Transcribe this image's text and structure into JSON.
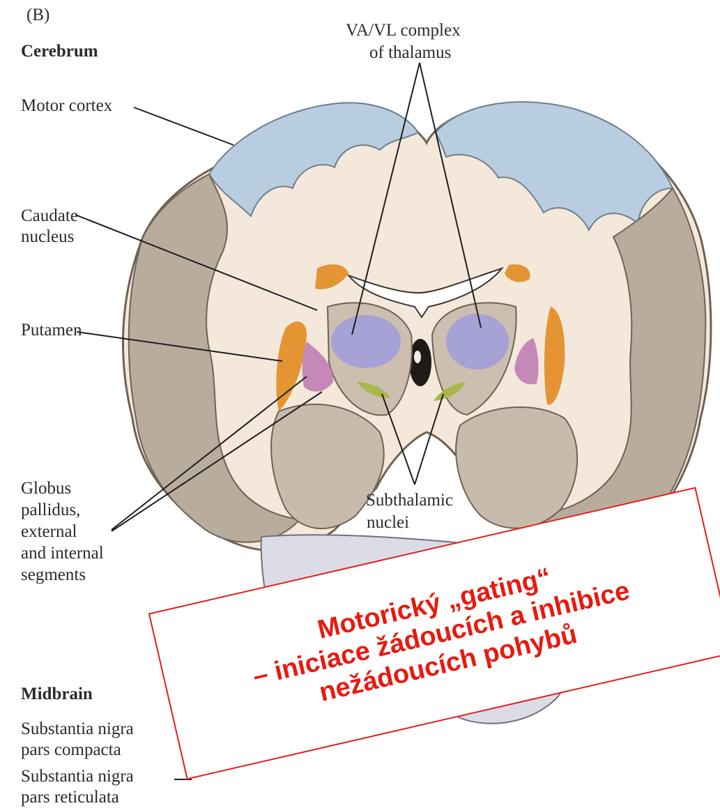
{
  "panel_letter": "(B)",
  "sections": {
    "cerebrum": "Cerebrum",
    "midbrain": "Midbrain"
  },
  "labels": {
    "va_vl_line1": "VA/VL complex",
    "va_vl_line2": "of thalamus",
    "motor_cortex": "Motor cortex",
    "caudate_line1": "Caudate",
    "caudate_line2": "nucleus",
    "putamen": "Putamen",
    "gp_line1": "Globus",
    "gp_line2": "pallidus,",
    "gp_line3": "external",
    "gp_line4": "and internal",
    "gp_line5": "segments",
    "subthalamic_line1": "Subthalamic",
    "subthalamic_line2": "nuclei",
    "snc_line1": "Substantia nigra",
    "snc_line2": "pars compacta",
    "snr_line1": "Substantia nigra",
    "snr_line2": "pars reticulata"
  },
  "callout": {
    "line1": "Motorický „gating“",
    "line2": "– iniciace žádoucích a inhibice",
    "line3": "nežádoucích pohybů"
  },
  "colors": {
    "cortex_blue": "#b9cde0",
    "white_matter": "#f3e8da",
    "gray_matter": "#b8ac9c",
    "putamen_orange": "#e59434",
    "thalamus_purple": "#a6a2d6",
    "pallidus_pink": "#c489b8",
    "subthalamic_green": "#a9b84d",
    "callout_red": "#e8190f"
  }
}
